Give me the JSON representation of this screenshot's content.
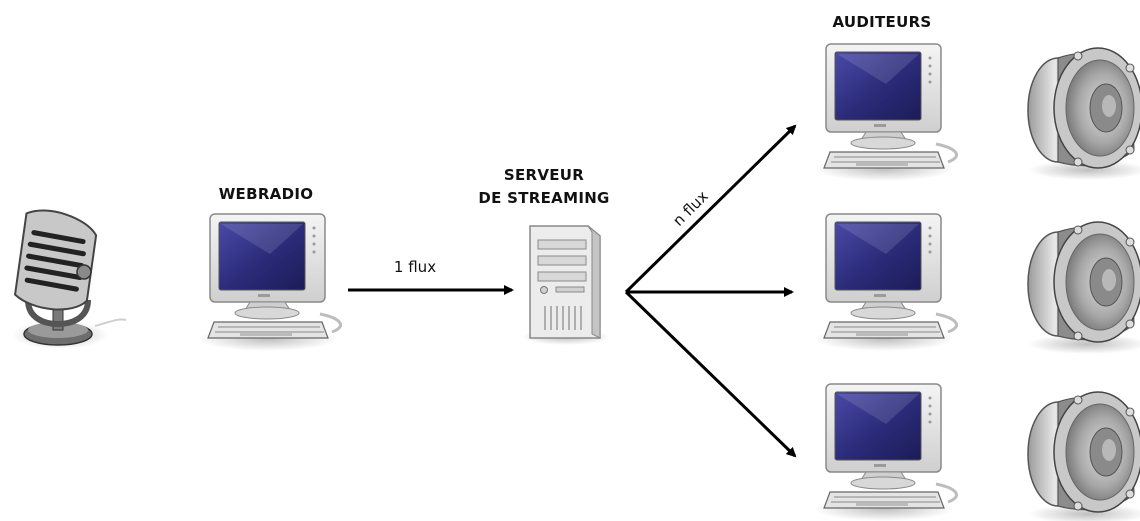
{
  "labels": {
    "webradio": "WEBRADIO",
    "server_line1": "SERVEUR",
    "server_line2": "DE STREAMING",
    "listeners": "AUDITEURS",
    "one_flux": "1 flux",
    "n_flux": "n flux"
  },
  "nodes": {
    "source": "microphone-icon",
    "webradio": "computer-icon",
    "server": "server-icon",
    "listeners": [
      "computer-icon",
      "computer-icon",
      "computer-icon"
    ],
    "speakers": [
      "speaker-icon",
      "speaker-icon",
      "speaker-icon"
    ]
  },
  "colors": {
    "screen": "#2a2a78",
    "bezel": "#e6e6e6",
    "arrow": "#000000"
  }
}
